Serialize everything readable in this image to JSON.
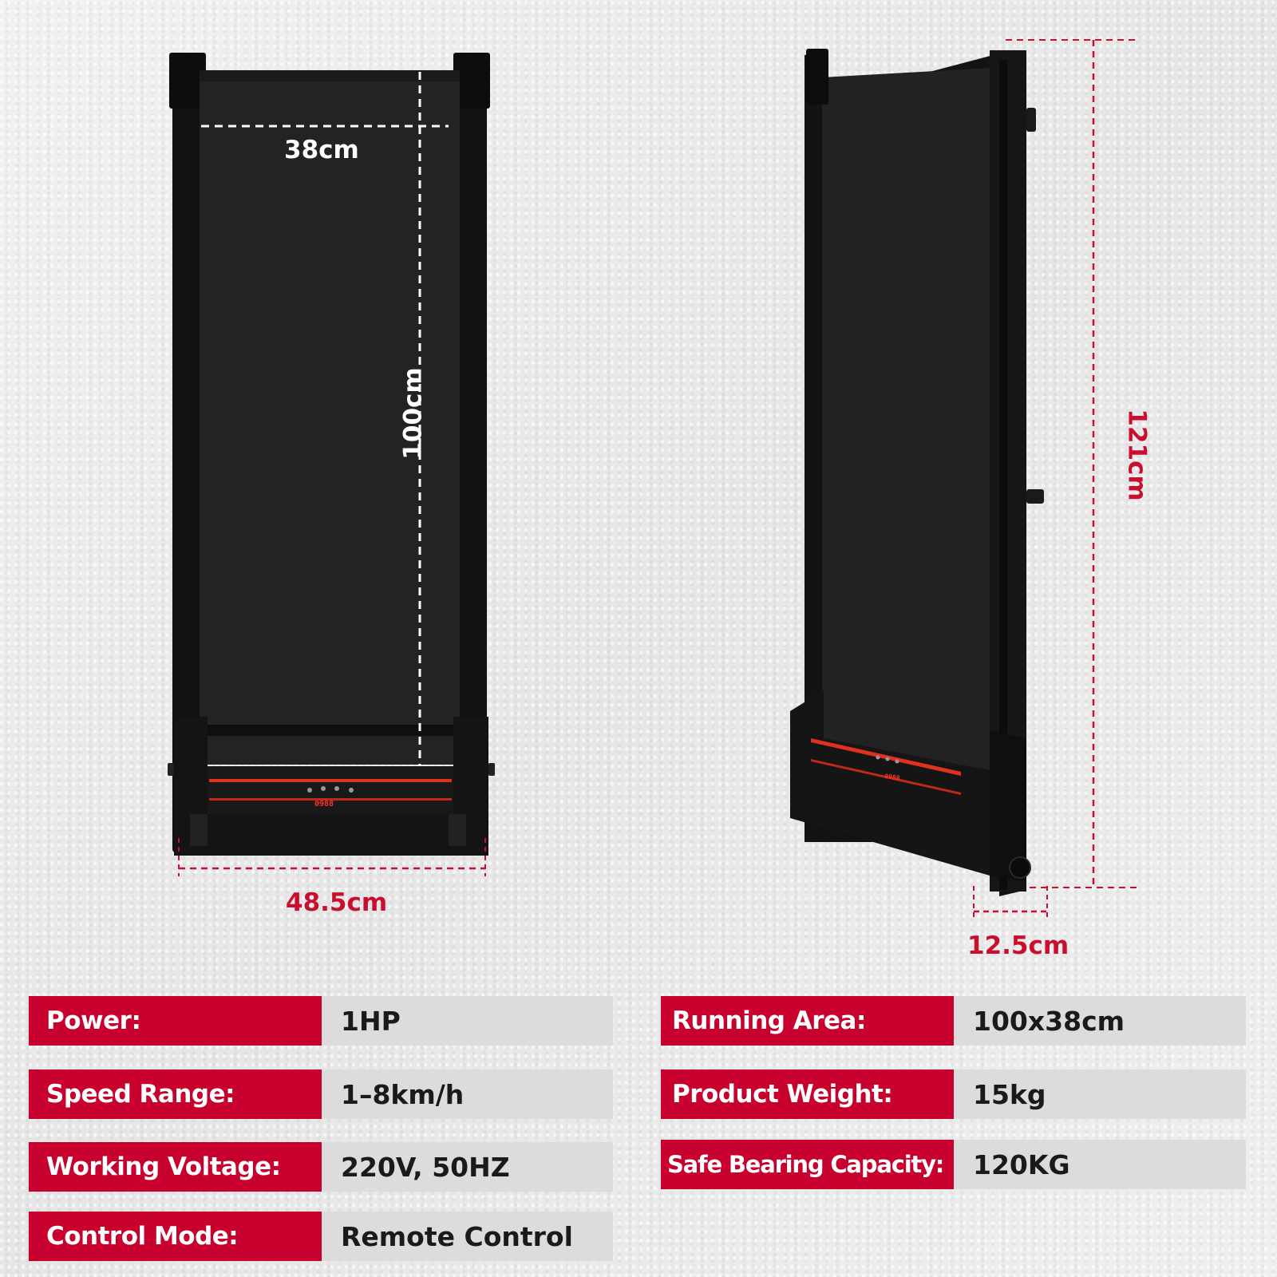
{
  "dimensions": {
    "belt_width": "38cm",
    "belt_length": "100cm",
    "base_width": "48.5cm",
    "height": "121cm",
    "depth": "12.5cm"
  },
  "display": {
    "readout": "0988"
  },
  "specs_left": [
    {
      "label": "Power:",
      "value": "1HP"
    },
    {
      "label": "Speed Range:",
      "value": "1–8km/h"
    },
    {
      "label": "Working Voltage:",
      "value": "220V, 50HZ"
    },
    {
      "label": "Control Mode:",
      "value": "Remote Control"
    }
  ],
  "specs_right": [
    {
      "label": "Running Area:",
      "value": "100x38cm"
    },
    {
      "label": "Product Weight:",
      "value": "15kg"
    },
    {
      "label": "Safe Bearing Capacity:",
      "value": "120KG"
    }
  ],
  "colors": {
    "accent": "#c8002d",
    "value_bg": "#dcdcdc",
    "product": "#1c1c1c",
    "led": "#e0301e"
  }
}
